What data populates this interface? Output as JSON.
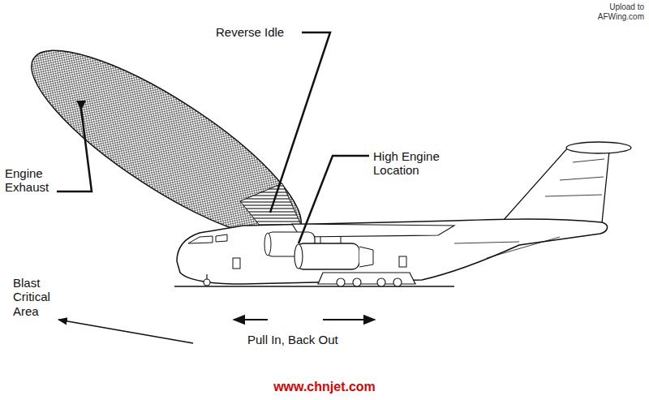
{
  "diagram": {
    "labels": [
      "Reverse Idle",
      "High Engine Location",
      "Engine Exhaust",
      "Blast Critical Area",
      "Pull In, Back Out",
      "Upload to AFWing.com",
      "www.chnjet.com"
    ]
  }
}
